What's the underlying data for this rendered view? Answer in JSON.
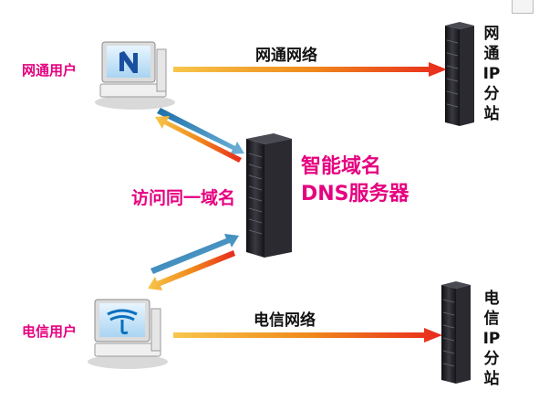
{
  "colors": {
    "accent_pink": "#e5007f",
    "arrow_orange": "#f08a1c",
    "arrow_red": "#e8291c",
    "arrow_blue": "#1c6fa8",
    "server_dark": "#1e1e22"
  },
  "users": {
    "netcom_user": "网通用户",
    "telecom_user": "电信用户",
    "netcom_logo": "netcom-logo-icon",
    "telecom_logo": "telecom-logo-icon"
  },
  "links": {
    "netcom_network": "网通网络",
    "telecom_network": "电信网络",
    "visit_same_domain": "访问同一域名"
  },
  "dns": {
    "line1": "智能域名",
    "line2": "DNS服务器"
  },
  "sites": {
    "netcom_site_chars": [
      "网",
      "通",
      "IP",
      "分",
      "站"
    ],
    "telecom_site_chars": [
      "电",
      "信",
      "IP",
      "分",
      "站"
    ]
  }
}
